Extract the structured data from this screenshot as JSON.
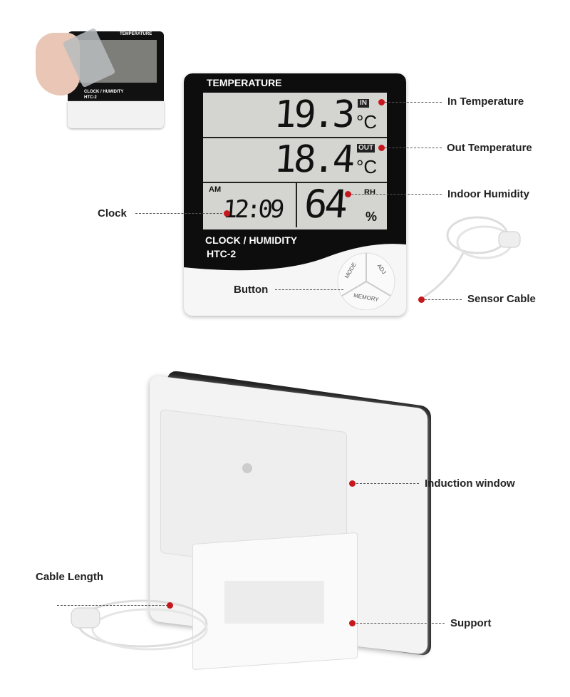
{
  "inset": {
    "header": "TEMPERATURE",
    "model_line1": "CLOCK / HUMIDITY",
    "model_line2": "HTC-2"
  },
  "front": {
    "brand_top": "TEMPERATURE",
    "in_temp": "19.3",
    "in_tag": "IN",
    "in_unit": "°C",
    "out_temp": "18.4",
    "out_tag": "OUT",
    "out_unit": "°C",
    "ampm": "AM",
    "time": "12:09",
    "humidity": "64",
    "rh_tag": "RH",
    "humidity_unit": "%",
    "model_line1": "CLOCK / HUMIDITY",
    "model_line2": "HTC-2",
    "buttons": {
      "mode": "MODE",
      "adj": "ADJ",
      "memory": "MEMORY"
    }
  },
  "labels": {
    "in_temperature": "In Temperature",
    "out_temperature": "Out Temperature",
    "indoor_humidity": "Indoor Humidity",
    "clock": "Clock",
    "button": "Button",
    "sensor_cable": "Sensor Cable",
    "induction_window": "Induction window",
    "cable_length": "Cable Length",
    "support": "Support"
  },
  "colors": {
    "accent": "#c8161d",
    "body": "#111111",
    "case": "#f4f4f4",
    "lcd": "#d4d4d0"
  }
}
